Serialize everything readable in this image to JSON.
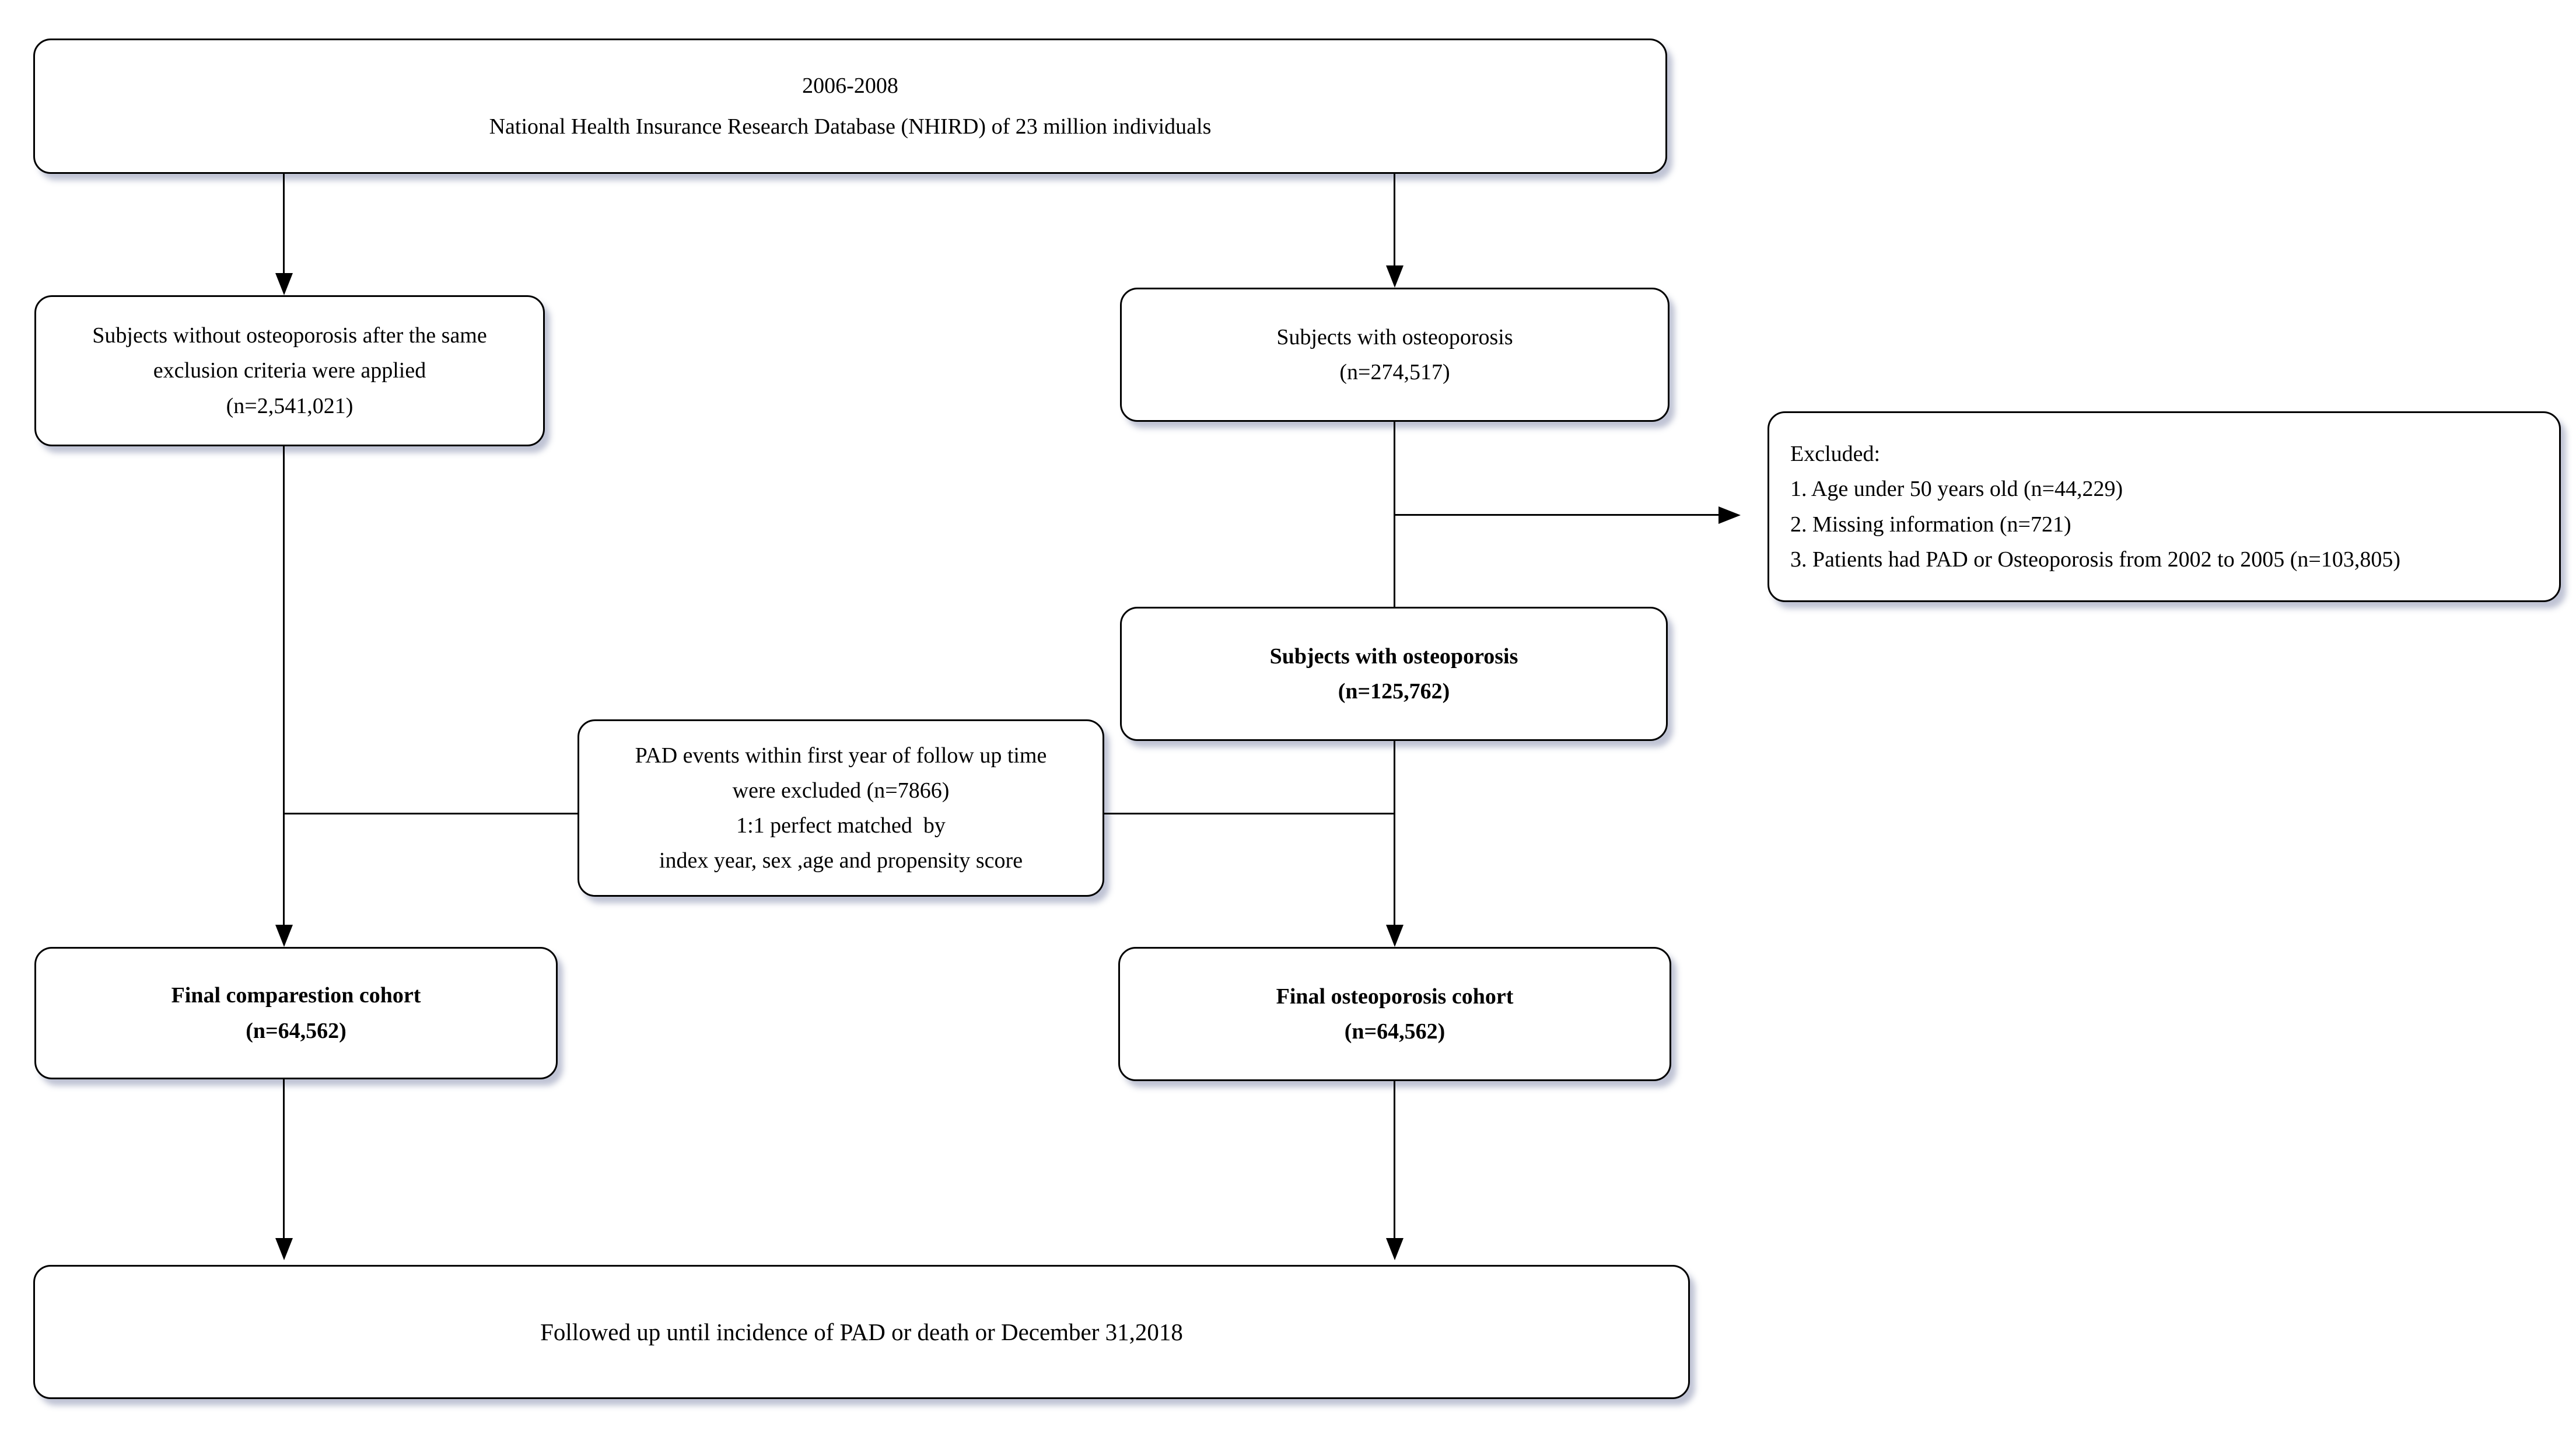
{
  "diagram": {
    "title": "Study cohort selection flowchart",
    "colors": {
      "background": "#ffffff",
      "box_fill": "#ffffff",
      "box_border": "#000000",
      "connector": "#000000",
      "shadow": "rgba(113,122,160,0.45)"
    },
    "boxes": {
      "source": {
        "lines": [
          "2006-2008",
          "National Health Insurance Research Database (NHIRD) of 23 million individuals"
        ]
      },
      "no_osteoporosis": {
        "lines": [
          "Subjects without osteoporosis after the same",
          "exclusion criteria were applied",
          "(n=2,541,021)"
        ]
      },
      "osteoporosis_initial": {
        "lines": [
          "Subjects with osteoporosis",
          "(n=274,517)"
        ]
      },
      "excluded": {
        "lines": [
          "Excluded:",
          "1. Age under 50 years old (n=44,229)",
          "2. Missing information (n=721)",
          "3. Patients had PAD or Osteoporosis from 2002 to 2005 (n=103,805)"
        ]
      },
      "osteoporosis_after_exclusion": {
        "lines": [
          "Subjects with osteoporosis",
          "(n=125,762)"
        ]
      },
      "matching": {
        "lines": [
          "PAD events within first year of follow up time",
          "were excluded (n=7866)",
          "1:1 perfect matched  by",
          "index year, sex ,age and propensity score"
        ]
      },
      "final_comparison": {
        "lines": [
          "Final comparestion cohort",
          "(n=64,562)"
        ]
      },
      "final_osteoporosis": {
        "lines": [
          "Final osteoporosis cohort",
          "(n=64,562)"
        ]
      },
      "followup": {
        "lines": [
          "Followed up until incidence of PAD or death or December 31,2018"
        ]
      }
    }
  }
}
